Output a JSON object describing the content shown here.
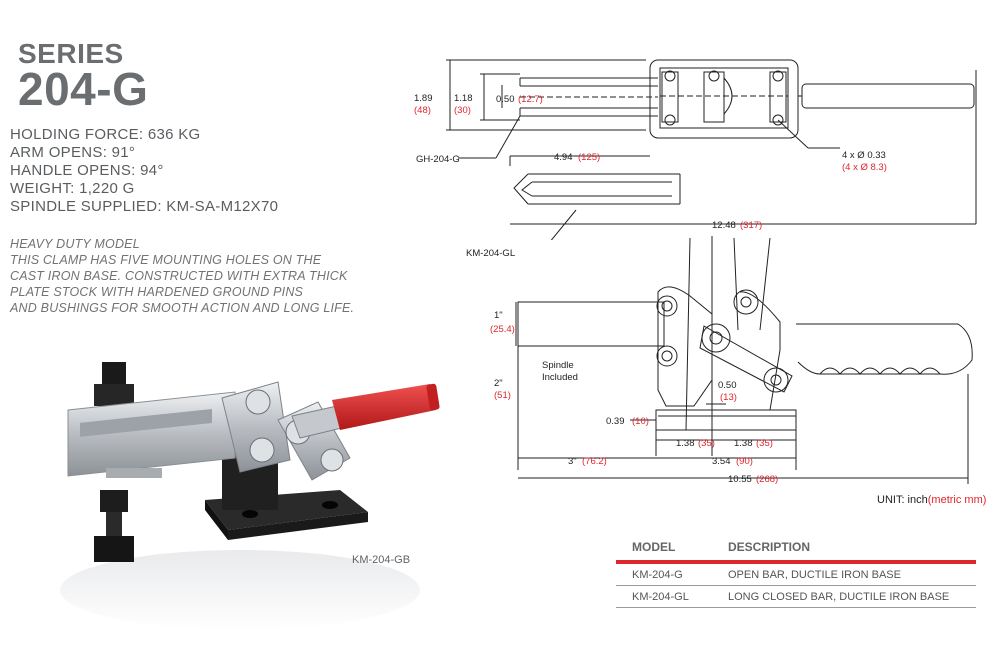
{
  "series_label": "SERIES",
  "model": "204-G",
  "specs": [
    "HOLDING FORCE: 636 KG",
    "ARM OPENS: 91°",
    "HANDLE OPENS: 94°",
    "WEIGHT: 1,220 G",
    "SPINDLE SUPPLIED: KM-SA-M12X70"
  ],
  "description": [
    "HEAVY DUTY MODEL",
    "THIS CLAMP HAS FIVE MOUNTING HOLES ON THE",
    "CAST IRON BASE. CONSTRUCTED WITH EXTRA THICK",
    "PLATE STOCK WITH HARDENED GROUND PINS",
    "AND BUSHINGS FOR SMOOTH ACTION AND LONG LIFE."
  ],
  "photo_caption": "KM-204-GB",
  "top_view": {
    "dim_189": "1.89",
    "dim_48": "(48)",
    "dim_118": "1.18",
    "dim_30": "(30)",
    "dim_050": "0.50",
    "dim_127": "(12.7)",
    "holes": "4 x Ø 0.33",
    "holes_metric": "(4 x Ø 8.3)",
    "label_g": "GH-204-G",
    "dim_494": "4.94",
    "dim_125": "(125)",
    "label_gl": "KM-204-GL",
    "dim_1248": "12.48",
    "dim_317": "(317)"
  },
  "side_view": {
    "dim_1": "1\"",
    "dim_254": "(25.4)",
    "spindle1": "Spindle",
    "spindle2": "Included",
    "dim_2": "2\"",
    "dim_51": "(51)",
    "dim_050": "0.50",
    "dim_13": "(13)",
    "dim_039": "0.39",
    "dim_10": "(10)",
    "dim_138a": "1.38",
    "dim_35a": "(35)",
    "dim_138b": "1.38",
    "dim_35b": "(35)",
    "dim_3": "3\"",
    "dim_762": "(76.2)",
    "dim_354": "3.54",
    "dim_90": "(90)",
    "dim_1055": "10.55",
    "dim_268": "(268)"
  },
  "units": {
    "prefix": "UNIT: inch",
    "metric": "(metric mm)"
  },
  "table": {
    "col_model": "MODEL",
    "col_desc": "DESCRIPTION",
    "rows": [
      {
        "model": "KM-204-G",
        "desc": "OPEN BAR, DUCTILE IRON BASE"
      },
      {
        "model": "KM-204-GL",
        "desc": "LONG CLOSED BAR, DUCTILE IRON BASE"
      }
    ]
  },
  "colors": {
    "accent_red": "#e0262d",
    "title_gray": "#6b6e70",
    "metal": "#c8cbcf",
    "base_black": "#1c1c1c"
  }
}
